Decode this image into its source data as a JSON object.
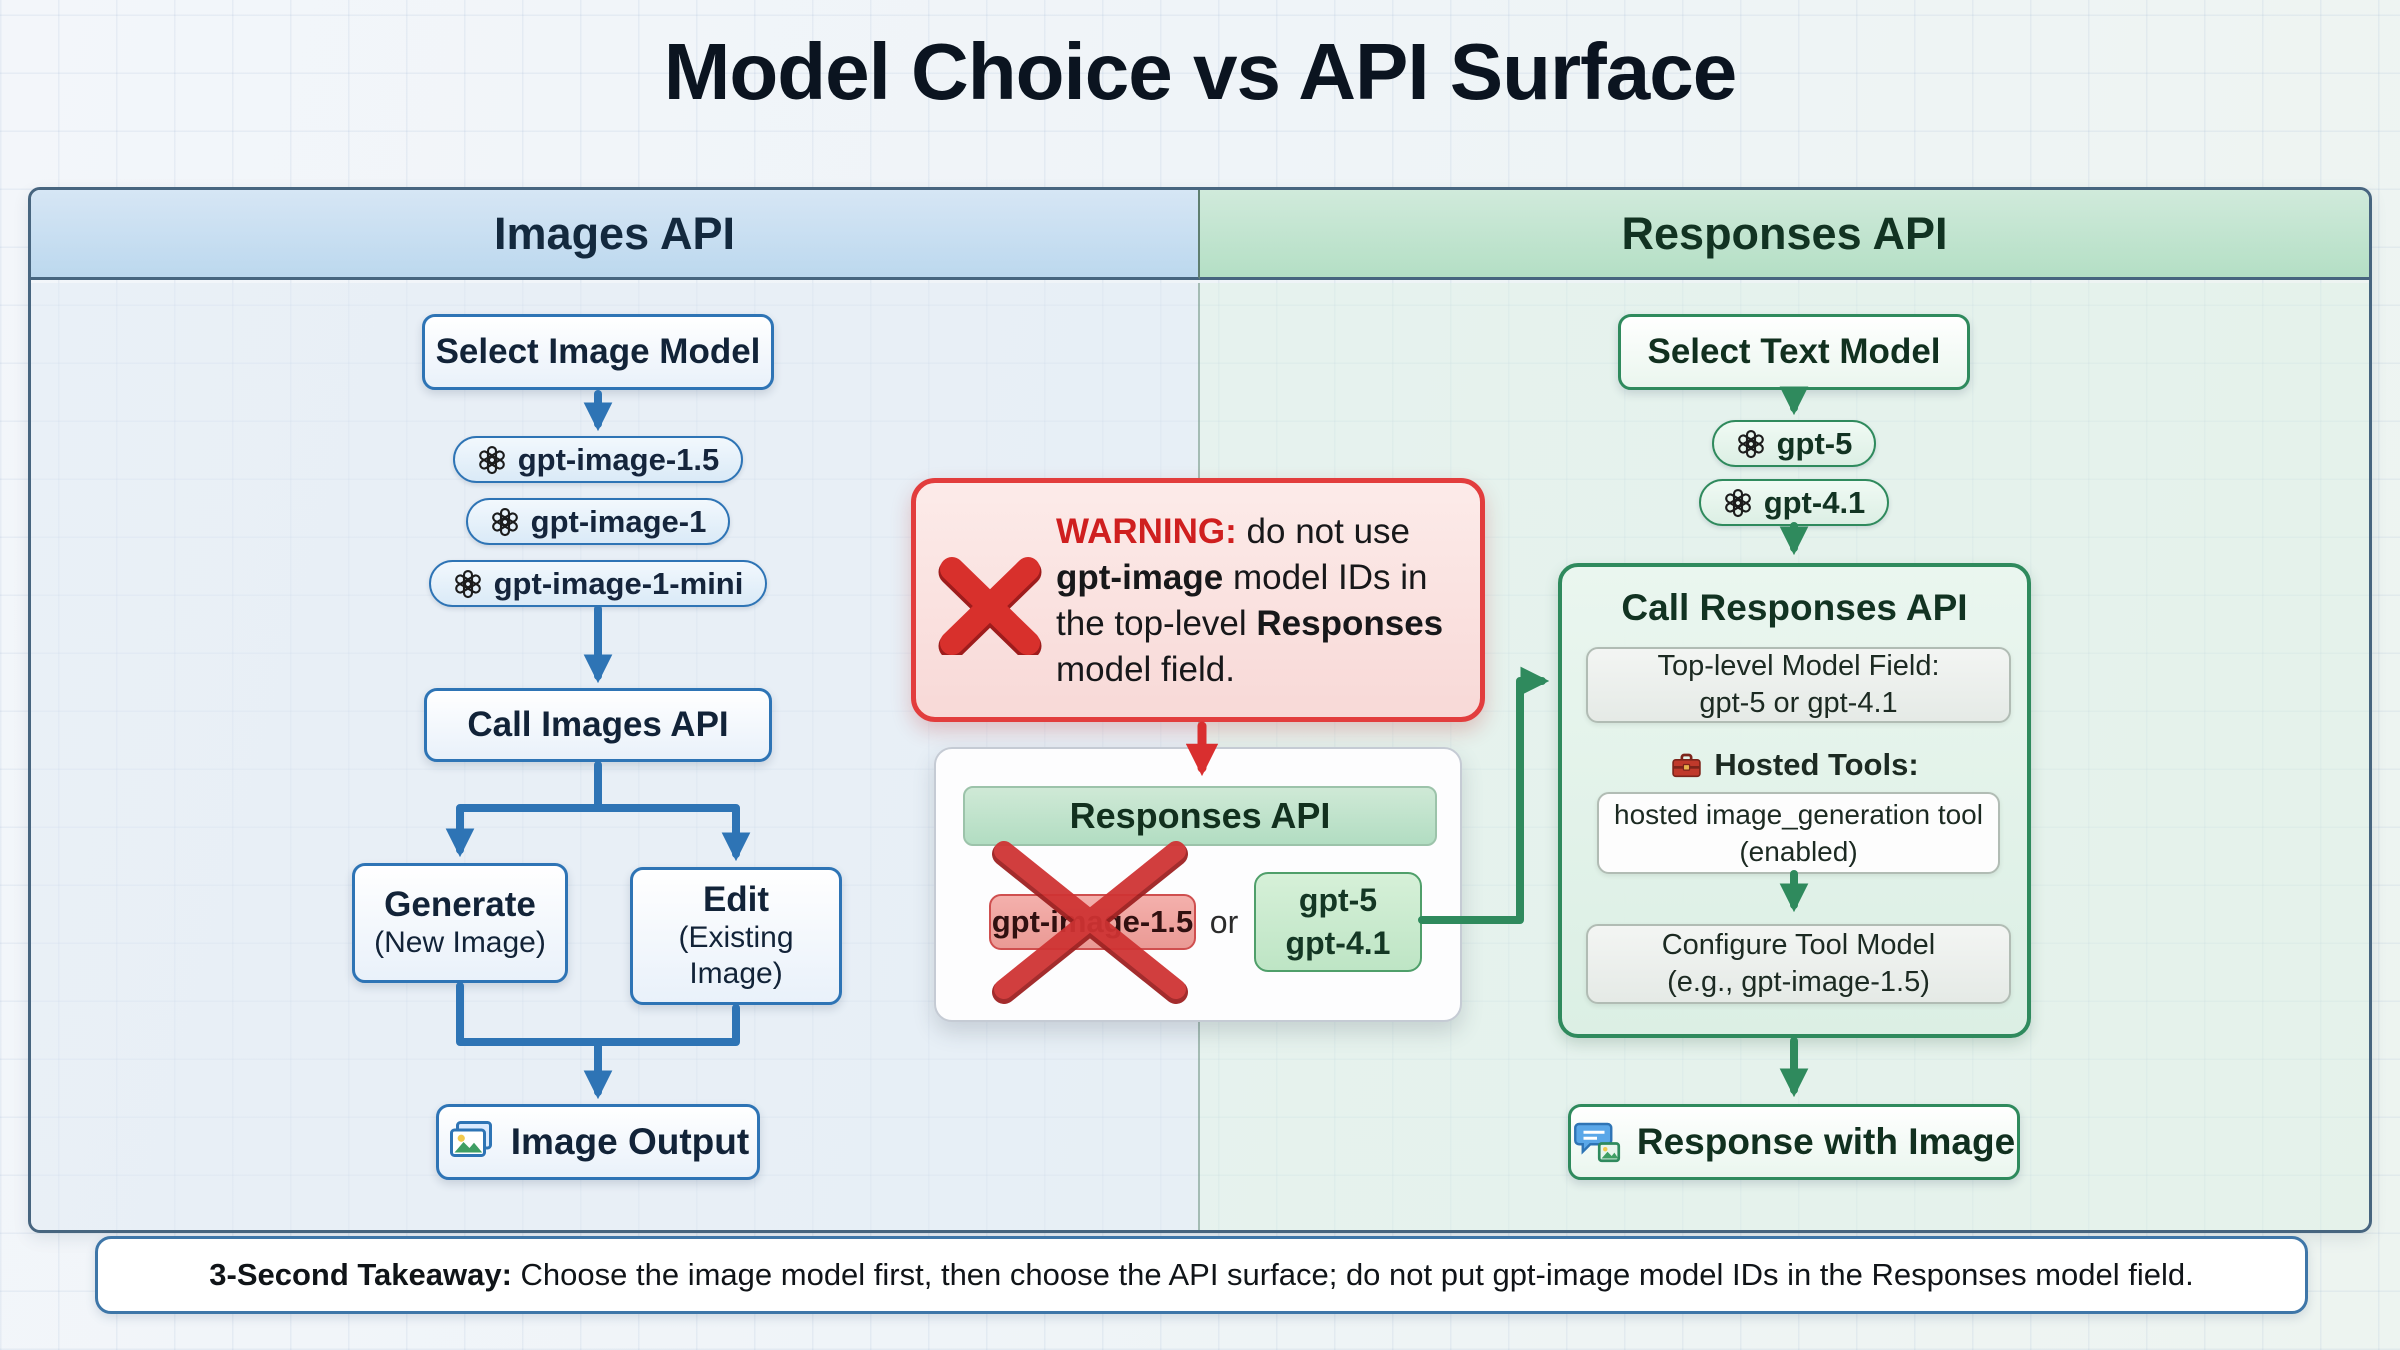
{
  "title": "Model Choice vs API Surface",
  "images_api": {
    "header": "Images API",
    "select_label": "Select Image Model",
    "models": [
      "gpt-image-1.5",
      "gpt-image-1",
      "gpt-image-1-mini"
    ],
    "call_label": "Call Images API",
    "generate_title": "Generate",
    "generate_subtitle": "(New Image)",
    "edit_title": "Edit",
    "edit_subtitle": "(Existing Image)",
    "output_label": "Image Output"
  },
  "warning": {
    "label": "WARNING:",
    "seg1": " do not use ",
    "bold1": "gpt-image",
    "seg2": " model IDs in the top-level ",
    "bold2": "Responses",
    "seg3": " model field."
  },
  "misuse": {
    "header": "Responses API",
    "wrong_model": "gpt-image-1.5",
    "or_label": "or",
    "correct_models": [
      "gpt-5",
      "gpt-4.1"
    ]
  },
  "responses_api": {
    "header": "Responses API",
    "select_label": "Select Text Model",
    "models": [
      "gpt-5",
      "gpt-4.1"
    ],
    "call_title": "Call Responses API",
    "model_field_line1": "Top-level Model Field:",
    "model_field_line2": "gpt-5 or gpt-4.1",
    "hosted_tools_label": "Hosted Tools:",
    "hosted_tool_line1": "hosted image_generation tool",
    "hosted_tool_line2": "(enabled)",
    "configure_line1": "Configure Tool Model",
    "configure_line2": "(e.g., gpt-image-1.5)",
    "output_label": "Response with Image"
  },
  "takeaway": {
    "label": "3-Second Takeaway:",
    "text": " Choose the image model first, then choose the API surface; do not put gpt-image model IDs in the Responses model field."
  },
  "colors": {
    "blue": "#2e74b5",
    "green": "#2f8a5d",
    "red": "#d92f2f"
  }
}
